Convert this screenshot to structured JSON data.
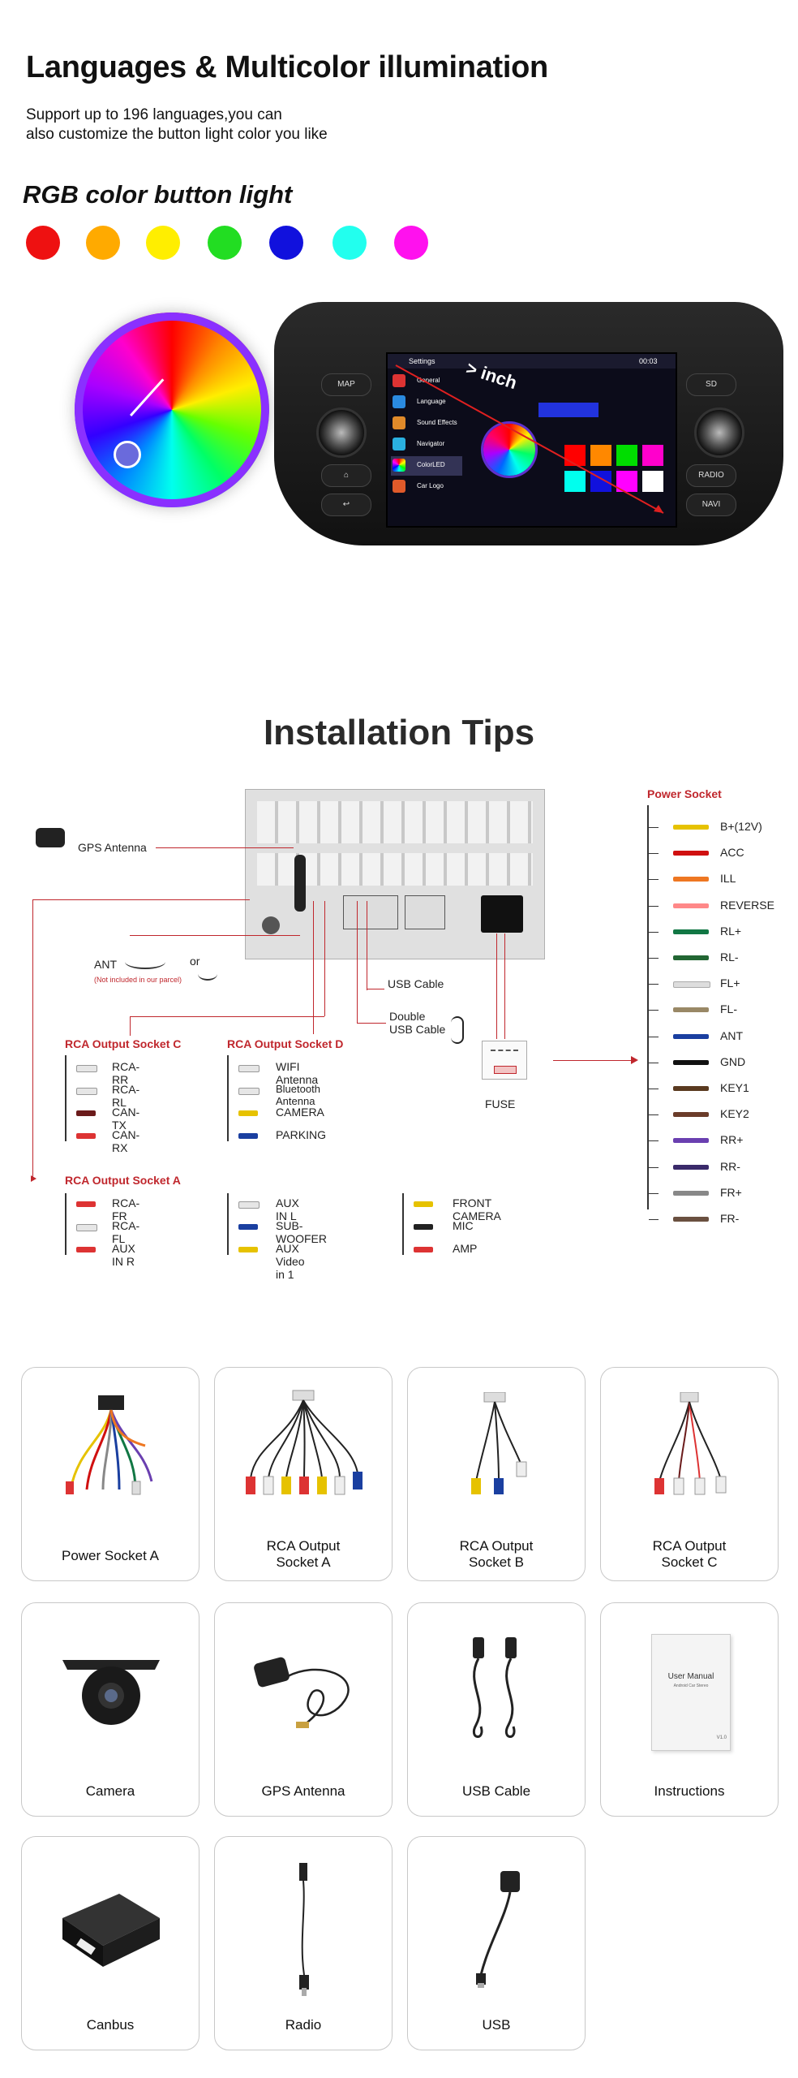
{
  "header": {
    "title": "Languages & Multicolor illumination",
    "subtitle_line1": "Support up to 196 languages,you can",
    "subtitle_line2": "also customize the button light color you like",
    "rgb_title": "RGB color button light"
  },
  "color_dots": [
    "#ee1111",
    "#ffaa00",
    "#ffee00",
    "#22dd22",
    "#1111dd",
    "#22ffee",
    "#ff11ee"
  ],
  "radio": {
    "left_buttons": [
      "MAP",
      "⌂",
      "↩"
    ],
    "right_buttons": [
      "SD",
      "RADIO",
      "NAVI"
    ],
    "screen": {
      "title": "Settings",
      "time": "00:03",
      "menu": [
        "General",
        "Language",
        "Sound Effects",
        "Navigator",
        "ColorLED",
        "Car Logo"
      ],
      "overlay_text": "> inch",
      "palette": [
        "#ff0000",
        "#ff8800",
        "#00dd00",
        "#ff00cc",
        "#00ffee",
        "#1111dd",
        "#ff00ff",
        "#ffffff"
      ]
    }
  },
  "install": {
    "title": "Installation Tips",
    "gps_antenna": "GPS Antenna",
    "ant": "ANT",
    "ant_note": "(Not included in our parcel)",
    "or": "or",
    "usb_cable": "USB Cable",
    "double_usb_line1": "Double",
    "double_usb_line2": "USB Cable",
    "fuse": "FUSE",
    "rca_c": {
      "title": "RCA Output Socket C",
      "items": [
        "RCA-RR",
        "RCA-RL",
        "CAN-TX",
        "CAN-RX"
      ]
    },
    "rca_d": {
      "title": "RCA Output Socket D",
      "items": [
        "WIFI Antenna",
        "Bluetooth Antenna",
        "CAMERA",
        "PARKING"
      ]
    },
    "rca_a": {
      "title": "RCA Output Socket A",
      "col1": [
        "RCA-FR",
        "RCA-FL",
        "AUX IN R"
      ],
      "col2": [
        "AUX IN L",
        "SUB-WOOFER",
        "AUX Video in 1"
      ],
      "col3": [
        "FRONT CAMERA",
        "MIC",
        "AMP"
      ]
    },
    "power_socket": {
      "title": "Power Socket",
      "items": [
        "B+(12V)",
        "ACC",
        "ILL",
        "REVERSE",
        "RL+",
        "RL-",
        "FL+",
        "FL-",
        "ANT",
        "GND",
        "KEY1",
        "KEY2",
        "RR+",
        "RR-",
        "FR+",
        "FR-"
      ],
      "colors": [
        "#e6c200",
        "#d01010",
        "#ee7722",
        "#ff8888",
        "#117744",
        "#226633",
        "#dddddd",
        "#998866",
        "#1a3fa0",
        "#111111",
        "#5a3a20",
        "#6b3c2a",
        "#6a3fb0",
        "#3a2a6a",
        "#888888",
        "#6a5040"
      ]
    }
  },
  "accessories": [
    {
      "label": "Power Socket A"
    },
    {
      "label1": "RCA Output",
      "label2": "Socket A"
    },
    {
      "label1": "RCA Output",
      "label2": "Socket B"
    },
    {
      "label1": "RCA Output",
      "label2": "Socket C"
    },
    {
      "label": "Camera"
    },
    {
      "label": "GPS Antenna"
    },
    {
      "label": "USB Cable"
    },
    {
      "label": "Instructions",
      "manual_title": "User Manual",
      "manual_sub": "Android Car Stereo",
      "manual_ver": "V1.0"
    },
    {
      "label": "Canbus"
    },
    {
      "label": "Radio"
    },
    {
      "label": "USB"
    }
  ]
}
